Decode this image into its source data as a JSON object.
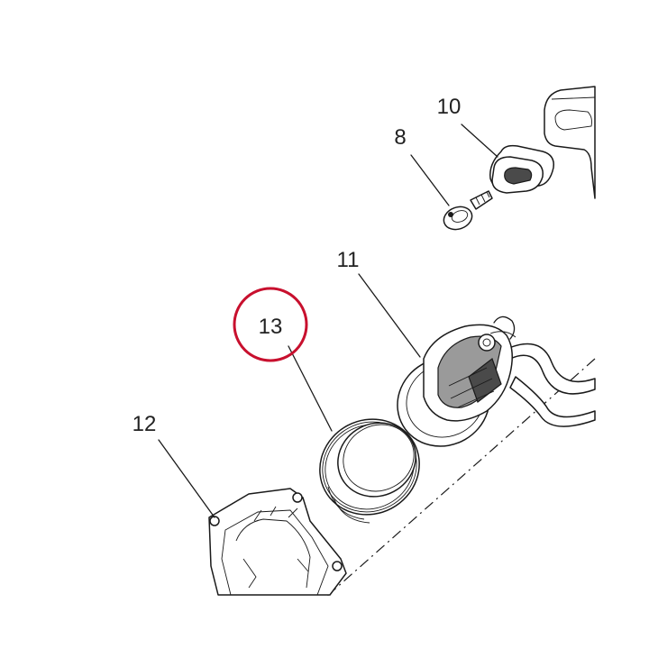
{
  "diagram": {
    "callouts": [
      {
        "id": "8",
        "label": "8"
      },
      {
        "id": "10",
        "label": "10"
      },
      {
        "id": "11",
        "label": "11"
      },
      {
        "id": "12",
        "label": "12"
      },
      {
        "id": "13",
        "label": "13"
      }
    ],
    "highlighted_callout": "13",
    "highlight_color": "#c8102e",
    "line_color": "#1a1a1a"
  }
}
